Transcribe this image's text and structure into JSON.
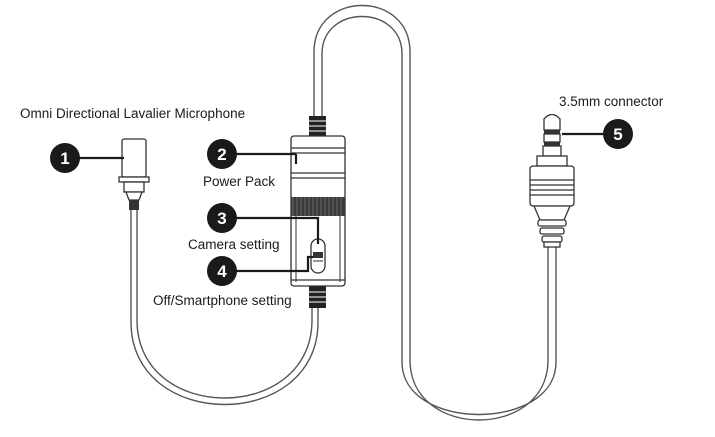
{
  "colors": {
    "badge": "#1a1a1a",
    "badge_text": "#ffffff",
    "line": "#333333",
    "background": "#ffffff"
  },
  "callouts": [
    {
      "number": "1",
      "label": "Omni Directional Lavalier Microphone"
    },
    {
      "number": "2",
      "label": "Power Pack"
    },
    {
      "number": "3",
      "label": "Camera setting"
    },
    {
      "number": "4",
      "label": "Off/Smartphone setting"
    },
    {
      "number": "5",
      "label": "3.5mm connector"
    }
  ]
}
